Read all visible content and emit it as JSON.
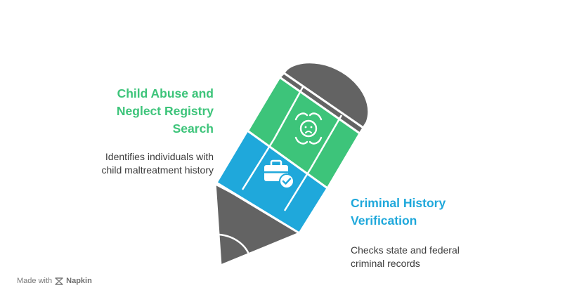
{
  "items": [
    {
      "title_lines": [
        "Child Abuse and",
        "Neglect Registry",
        "Search"
      ],
      "description_lines": [
        "Identifies individuals with",
        "child maltreatment history"
      ],
      "color": "#3dc47a",
      "icon": "crying-baby-icon"
    },
    {
      "title_lines": [
        "Criminal History",
        "Verification"
      ],
      "description_lines": [
        "Checks state and federal",
        "criminal records"
      ],
      "color": "#1fa8db",
      "icon": "verified-briefcase-icon"
    }
  ],
  "pencil_colors": {
    "body": "#636363",
    "eraser": "#636363",
    "outline": "#ffffff"
  },
  "footer": {
    "made_with": "Made with",
    "brand": "Napkin"
  }
}
